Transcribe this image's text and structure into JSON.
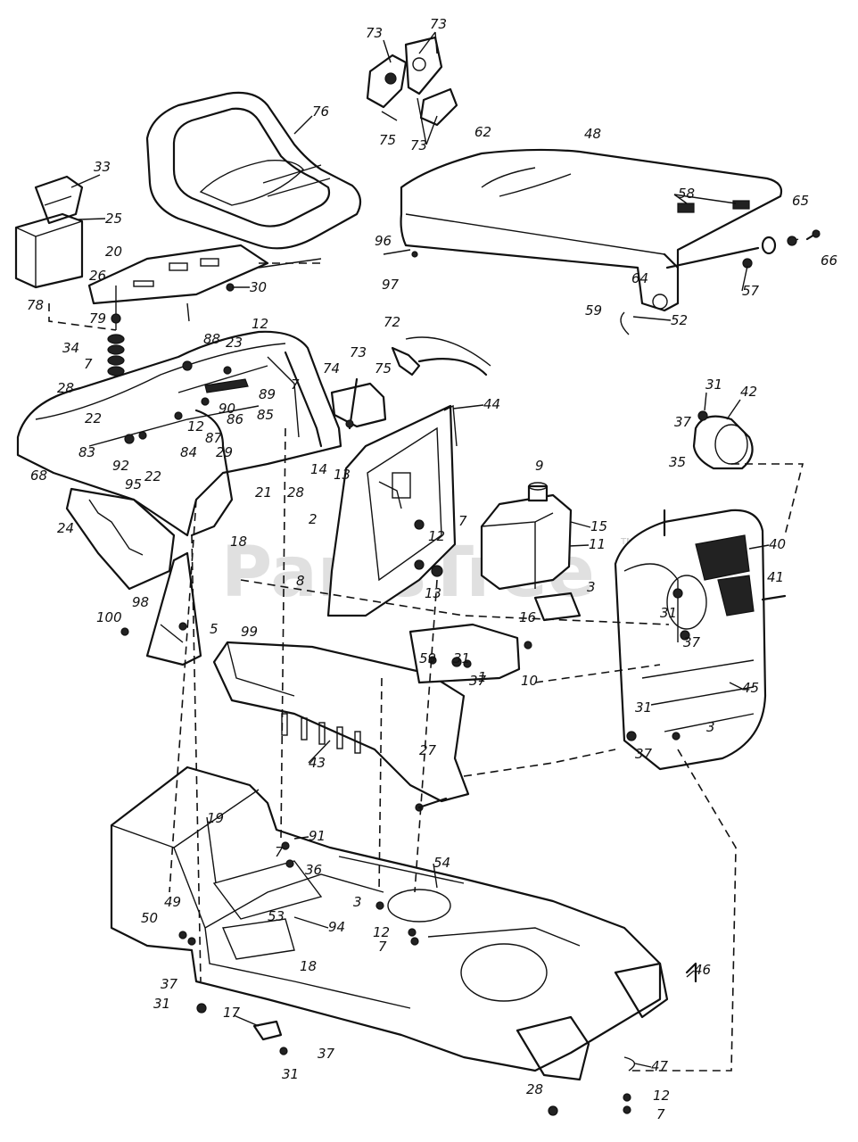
{
  "watermark": {
    "text": "PartsTree",
    "tm": "TM"
  },
  "labels": [
    {
      "id": "l73a",
      "text": "73"
    },
    {
      "id": "l73b",
      "text": "73"
    },
    {
      "id": "l73c",
      "text": "73"
    },
    {
      "id": "l75a",
      "text": "75"
    },
    {
      "id": "l76",
      "text": "76"
    },
    {
      "id": "l62",
      "text": "62"
    },
    {
      "id": "l48",
      "text": "48"
    },
    {
      "id": "l33",
      "text": "33"
    },
    {
      "id": "l25",
      "text": "25"
    },
    {
      "id": "l20",
      "text": "20"
    },
    {
      "id": "l30",
      "text": "30"
    },
    {
      "id": "l26",
      "text": "26"
    },
    {
      "id": "l78",
      "text": "78"
    },
    {
      "id": "l79",
      "text": "79"
    },
    {
      "id": "l58",
      "text": "58"
    },
    {
      "id": "l65",
      "text": "65"
    },
    {
      "id": "l66",
      "text": "66"
    },
    {
      "id": "l96",
      "text": "96"
    },
    {
      "id": "l97",
      "text": "97"
    },
    {
      "id": "l57",
      "text": "57"
    },
    {
      "id": "l64",
      "text": "64"
    },
    {
      "id": "l59a",
      "text": "59"
    },
    {
      "id": "l52",
      "text": "52"
    },
    {
      "id": "l72",
      "text": "72"
    },
    {
      "id": "l12a",
      "text": "12"
    },
    {
      "id": "l88",
      "text": "88"
    },
    {
      "id": "l23",
      "text": "23"
    },
    {
      "id": "l34",
      "text": "34"
    },
    {
      "id": "l7a",
      "text": "7"
    },
    {
      "id": "l7b",
      "text": "7"
    },
    {
      "id": "l89",
      "text": "89"
    },
    {
      "id": "l73d",
      "text": "73"
    },
    {
      "id": "l74",
      "text": "74"
    },
    {
      "id": "l75b",
      "text": "75"
    },
    {
      "id": "l28a",
      "text": "28"
    },
    {
      "id": "l90",
      "text": "90"
    },
    {
      "id": "l86",
      "text": "86"
    },
    {
      "id": "l85",
      "text": "85"
    },
    {
      "id": "l22a",
      "text": "22"
    },
    {
      "id": "l12b",
      "text": "12"
    },
    {
      "id": "l87",
      "text": "87"
    },
    {
      "id": "l44",
      "text": "44"
    },
    {
      "id": "l83",
      "text": "83"
    },
    {
      "id": "l92",
      "text": "92"
    },
    {
      "id": "l84",
      "text": "84"
    },
    {
      "id": "l29",
      "text": "29"
    },
    {
      "id": "l68",
      "text": "68"
    },
    {
      "id": "l95",
      "text": "95"
    },
    {
      "id": "l22b",
      "text": "22"
    },
    {
      "id": "l21",
      "text": "21"
    },
    {
      "id": "l28b",
      "text": "28"
    },
    {
      "id": "l14",
      "text": "14"
    },
    {
      "id": "l13a",
      "text": "13"
    },
    {
      "id": "l31a",
      "text": "31"
    },
    {
      "id": "l42",
      "text": "42"
    },
    {
      "id": "l37a",
      "text": "37"
    },
    {
      "id": "l35",
      "text": "35"
    },
    {
      "id": "l9",
      "text": "9"
    },
    {
      "id": "l24",
      "text": "24"
    },
    {
      "id": "l18a",
      "text": "18"
    },
    {
      "id": "l2",
      "text": "2"
    },
    {
      "id": "l7c",
      "text": "7"
    },
    {
      "id": "l12c",
      "text": "12"
    },
    {
      "id": "l15",
      "text": "15"
    },
    {
      "id": "l11",
      "text": "11"
    },
    {
      "id": "l40",
      "text": "40"
    },
    {
      "id": "l8",
      "text": "8"
    },
    {
      "id": "l13b",
      "text": "13"
    },
    {
      "id": "l3a",
      "text": "3"
    },
    {
      "id": "l41",
      "text": "41"
    },
    {
      "id": "l98",
      "text": "98"
    },
    {
      "id": "l16",
      "text": "16"
    },
    {
      "id": "l100",
      "text": "100"
    },
    {
      "id": "l5",
      "text": "5"
    },
    {
      "id": "l99",
      "text": "99"
    },
    {
      "id": "l31b",
      "text": "31"
    },
    {
      "id": "l37b",
      "text": "37"
    },
    {
      "id": "l59b",
      "text": "59"
    },
    {
      "id": "l31c",
      "text": "31"
    },
    {
      "id": "l10",
      "text": "10"
    },
    {
      "id": "l37c",
      "text": "37"
    },
    {
      "id": "l1",
      "text": "1"
    },
    {
      "id": "l45",
      "text": "45"
    },
    {
      "id": "l31d",
      "text": "31"
    },
    {
      "id": "l3b",
      "text": "3"
    },
    {
      "id": "l37d",
      "text": "37"
    },
    {
      "id": "l27",
      "text": "27"
    },
    {
      "id": "l43",
      "text": "43"
    },
    {
      "id": "l19",
      "text": "19"
    },
    {
      "id": "l91",
      "text": "91"
    },
    {
      "id": "l7d",
      "text": "7"
    },
    {
      "id": "l36",
      "text": "36"
    },
    {
      "id": "l54",
      "text": "54"
    },
    {
      "id": "l3c",
      "text": "3"
    },
    {
      "id": "l49",
      "text": "49"
    },
    {
      "id": "l94",
      "text": "94"
    },
    {
      "id": "l50",
      "text": "50"
    },
    {
      "id": "l12d",
      "text": "12"
    },
    {
      "id": "l7e",
      "text": "7"
    },
    {
      "id": "l53",
      "text": "53"
    },
    {
      "id": "l18b",
      "text": "18"
    },
    {
      "id": "l46",
      "text": "46"
    },
    {
      "id": "l37e",
      "text": "37"
    },
    {
      "id": "l31e",
      "text": "31"
    },
    {
      "id": "l17",
      "text": "17"
    },
    {
      "id": "l37f",
      "text": "37"
    },
    {
      "id": "l31f",
      "text": "31"
    },
    {
      "id": "l47",
      "text": "47"
    },
    {
      "id": "l28c",
      "text": "28"
    },
    {
      "id": "l12e",
      "text": "12"
    },
    {
      "id": "l7f",
      "text": "7"
    }
  ]
}
